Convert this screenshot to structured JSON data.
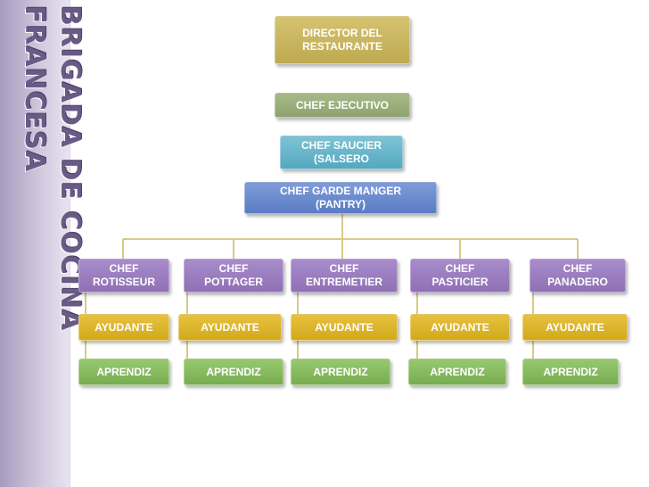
{
  "sidebar": {
    "title": "BRIGADA DE COCINA FRANCESA"
  },
  "org": {
    "director": "DIRECTOR DEL\nRESTAURANTE",
    "ejecutivo": "CHEF EJECUTIVO",
    "saucier": "CHEF SAUCIER\n(SALSERO",
    "garde_manger": "CHEF GARDE MANGER\n(PANTRY)",
    "chefs": [
      {
        "label": "CHEF\nROTISSEUR"
      },
      {
        "label": "CHEF\nPOTTAGER"
      },
      {
        "label": "CHEF\nENTREMETIER"
      },
      {
        "label": "CHEF\nPASTICIER"
      },
      {
        "label": "CHEF\nPANADERO"
      }
    ],
    "ayudantes": [
      "AYUDANTE",
      "AYUDANTE",
      "AYUDANTE",
      "AYUDANTE",
      "AYUDANTE"
    ],
    "aprendices": [
      "APRENDIZ",
      "APRENDIZ",
      "APRENDIZ",
      "APRENDIZ",
      "APRENDIZ"
    ]
  },
  "colors": {
    "connector": "#d9c98a",
    "chef": "#9a7fc1",
    "ayudante": "#ddb52c",
    "aprendiz": "#86bb5f",
    "director": "#c9b65e",
    "ejecutivo": "#9aae7b",
    "saucier": "#66b4c9",
    "garde_manger": "#6b8bcf"
  }
}
